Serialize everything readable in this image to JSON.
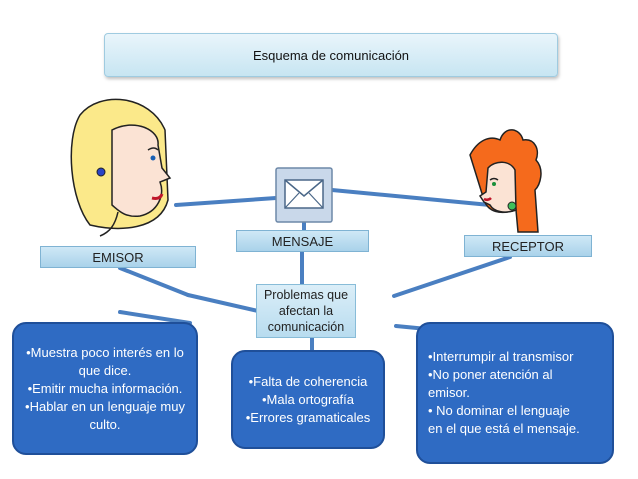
{
  "title": "Esquema de comunicación",
  "labels": {
    "emisor": "EMISOR",
    "mensaje": "MENSAJE",
    "receptor": "RECEPTOR",
    "problems": "Problemas que\nafectan la\ncomunicación"
  },
  "emisor_problems": [
    "•Muestra poco interés en lo que dice.",
    "•Emitir mucha información.",
    "•Hablar en un lenguaje muy culto."
  ],
  "mensaje_problems": [
    "•Falta de coherencia",
    "•Mala ortografía",
    "•Errores gramaticales"
  ],
  "receptor_problems": [
    "•Interrumpir al transmisor",
    "•No poner atención al",
    "emisor.",
    "• No dominar el lenguaje",
    "en el que está el mensaje."
  ],
  "colors": {
    "box_blue": "#2f6bc3",
    "connector": "#4a7fc1",
    "label_blue": "#a9d2ea"
  },
  "icons": [
    "envelope-icon",
    "emisor-face-icon",
    "receptor-face-icon"
  ]
}
